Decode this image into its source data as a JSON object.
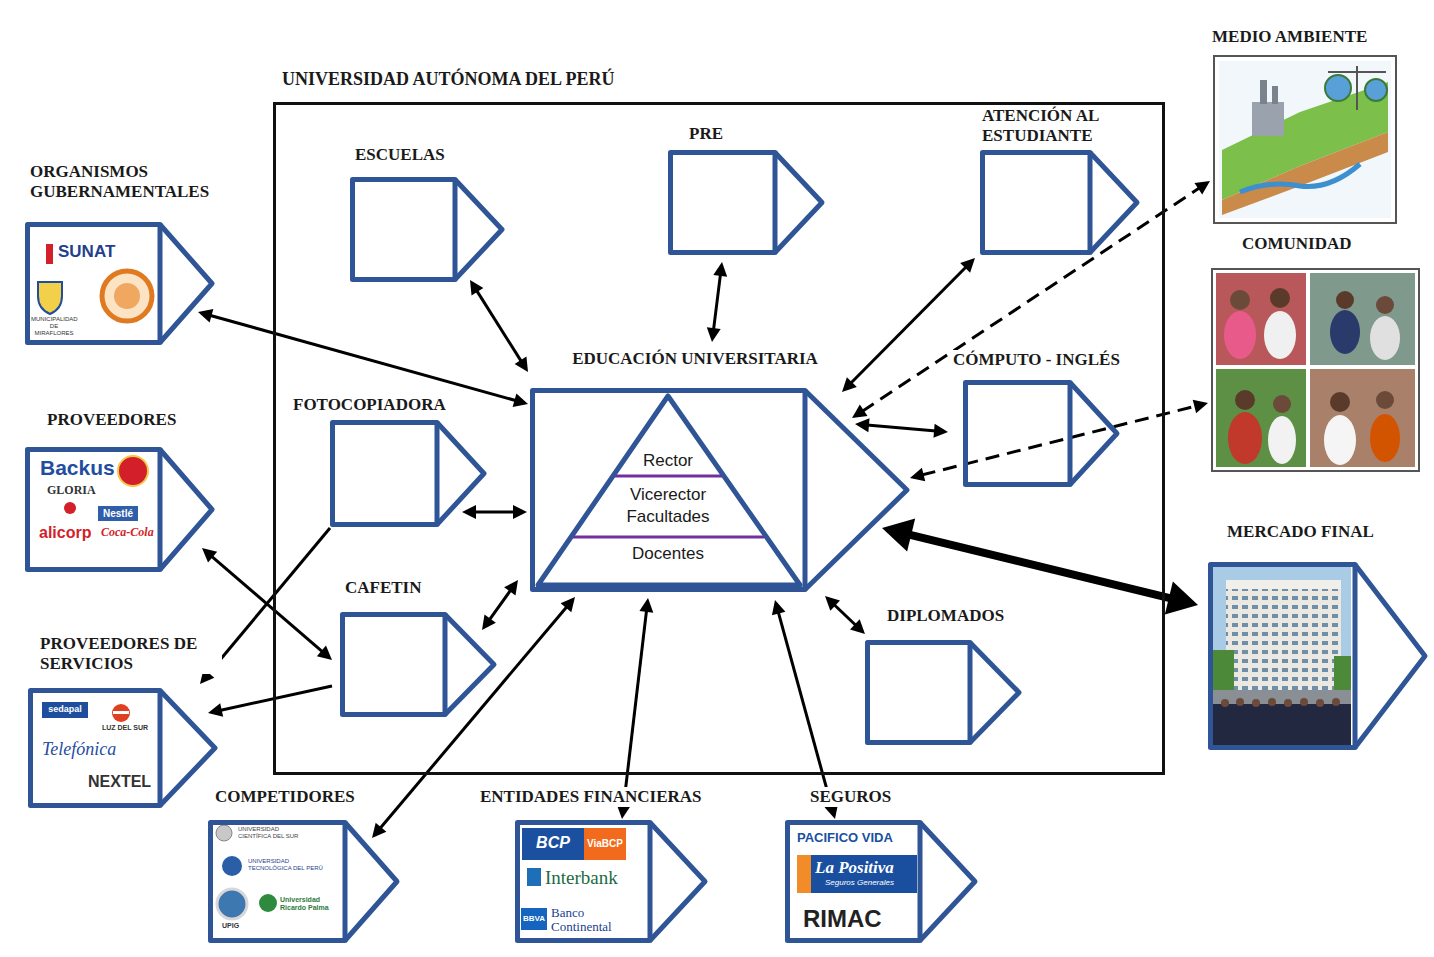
{
  "diagram": {
    "nodes": [
      {
        "text": [
          "UNIVERSIDAD AUTÓNOMA DEL PERÚ"
        ]
      },
      {
        "text": [
          "ESCUELAS"
        ],
        "in": 0
      },
      {
        "text": [
          "PRE"
        ],
        "in": 0
      },
      {
        "text": [
          "ATENCIÓN AL ESTUDIANTE"
        ],
        "in": 0
      },
      {
        "text": [
          "EDUCACIÓN UNIVERSITARIA"
        ],
        "in": 0
      },
      {
        "text": [
          "Rector"
        ],
        "in": 4
      },
      {
        "text": [
          "Vicerector Facultades"
        ],
        "in": 4
      },
      {
        "text": [
          "Docentes"
        ],
        "in": 4
      },
      {
        "text": [
          "CÓMPUTO - INGLÉS"
        ],
        "in": 0
      },
      {
        "text": [
          "FOTOCOPIADORA"
        ],
        "in": 0
      },
      {
        "text": [
          "CAFETIN"
        ],
        "in": 0
      },
      {
        "text": [
          "DIPLOMADOS"
        ],
        "in": 0
      },
      {
        "text": [
          "ORGANISMOS GUBERNAMENTALES",
          "SUNAT",
          "MUNICIPALIDAD DE MIRAFLORES"
        ]
      },
      {
        "text": [
          "PROVEEDORES",
          "Backus",
          "GLORIA",
          "Nestlé",
          "alicorp",
          "Coca-Cola"
        ]
      },
      {
        "text": [
          "PROVEEDORES DE SERVICIOS",
          "sedapal",
          "LUZ DEL SUR",
          "Telefónica",
          "NEXTEL"
        ]
      },
      {
        "text": [
          "COMPETIDORES",
          "UNIVERSIDAD CIENTÍFICA DEL SUR",
          "UNIVERSIDAD TECNOLÓGICA DEL PERÚ",
          "Universidad Ricardo Palma",
          "UPIG"
        ]
      },
      {
        "text": [
          "ENTIDADES FINANCIERAS",
          "BCP",
          "ViaBCP",
          "Interbank",
          "BBVA",
          "Banco Continental"
        ]
      },
      {
        "text": [
          "SEGUROS",
          "PACIFICO VIDA",
          "La Positiva",
          "Seguros Generales",
          "RIMAC"
        ]
      },
      {
        "text": [
          "MEDIO AMBIENTE"
        ]
      },
      {
        "text": [
          "COMUNIDAD"
        ]
      },
      {
        "text": [
          "MERCADO FINAL"
        ]
      }
    ],
    "edges": [
      {
        "from": 12,
        "to": 4,
        "arrow": "both"
      },
      {
        "from": 1,
        "to": 4,
        "arrow": "both"
      },
      {
        "from": 2,
        "to": 4,
        "arrow": "both"
      },
      {
        "from": 3,
        "to": 4,
        "arrow": "both"
      },
      {
        "from": 9,
        "to": 4,
        "arrow": "both"
      },
      {
        "from": 10,
        "to": 4,
        "arrow": "both"
      },
      {
        "from": 8,
        "to": 4,
        "arrow": "both"
      },
      {
        "from": 11,
        "to": 4,
        "arrow": "both"
      },
      {
        "from": 4,
        "to": 20,
        "arrow": "both"
      },
      {
        "from": 4,
        "to": 15,
        "arrow": "both"
      },
      {
        "from": 4,
        "to": 16,
        "arrow": "both"
      },
      {
        "from": 4,
        "to": 17,
        "arrow": "both"
      },
      {
        "from": 13,
        "to": 10,
        "arrow": "both"
      },
      {
        "from": 9,
        "to": 14,
        "arrow": "to"
      },
      {
        "from": 10,
        "to": 14,
        "arrow": "to"
      },
      {
        "from": 4,
        "to": 18,
        "arrow": "both"
      },
      {
        "from": 4,
        "to": 19,
        "arrow": "both"
      }
    ]
  }
}
